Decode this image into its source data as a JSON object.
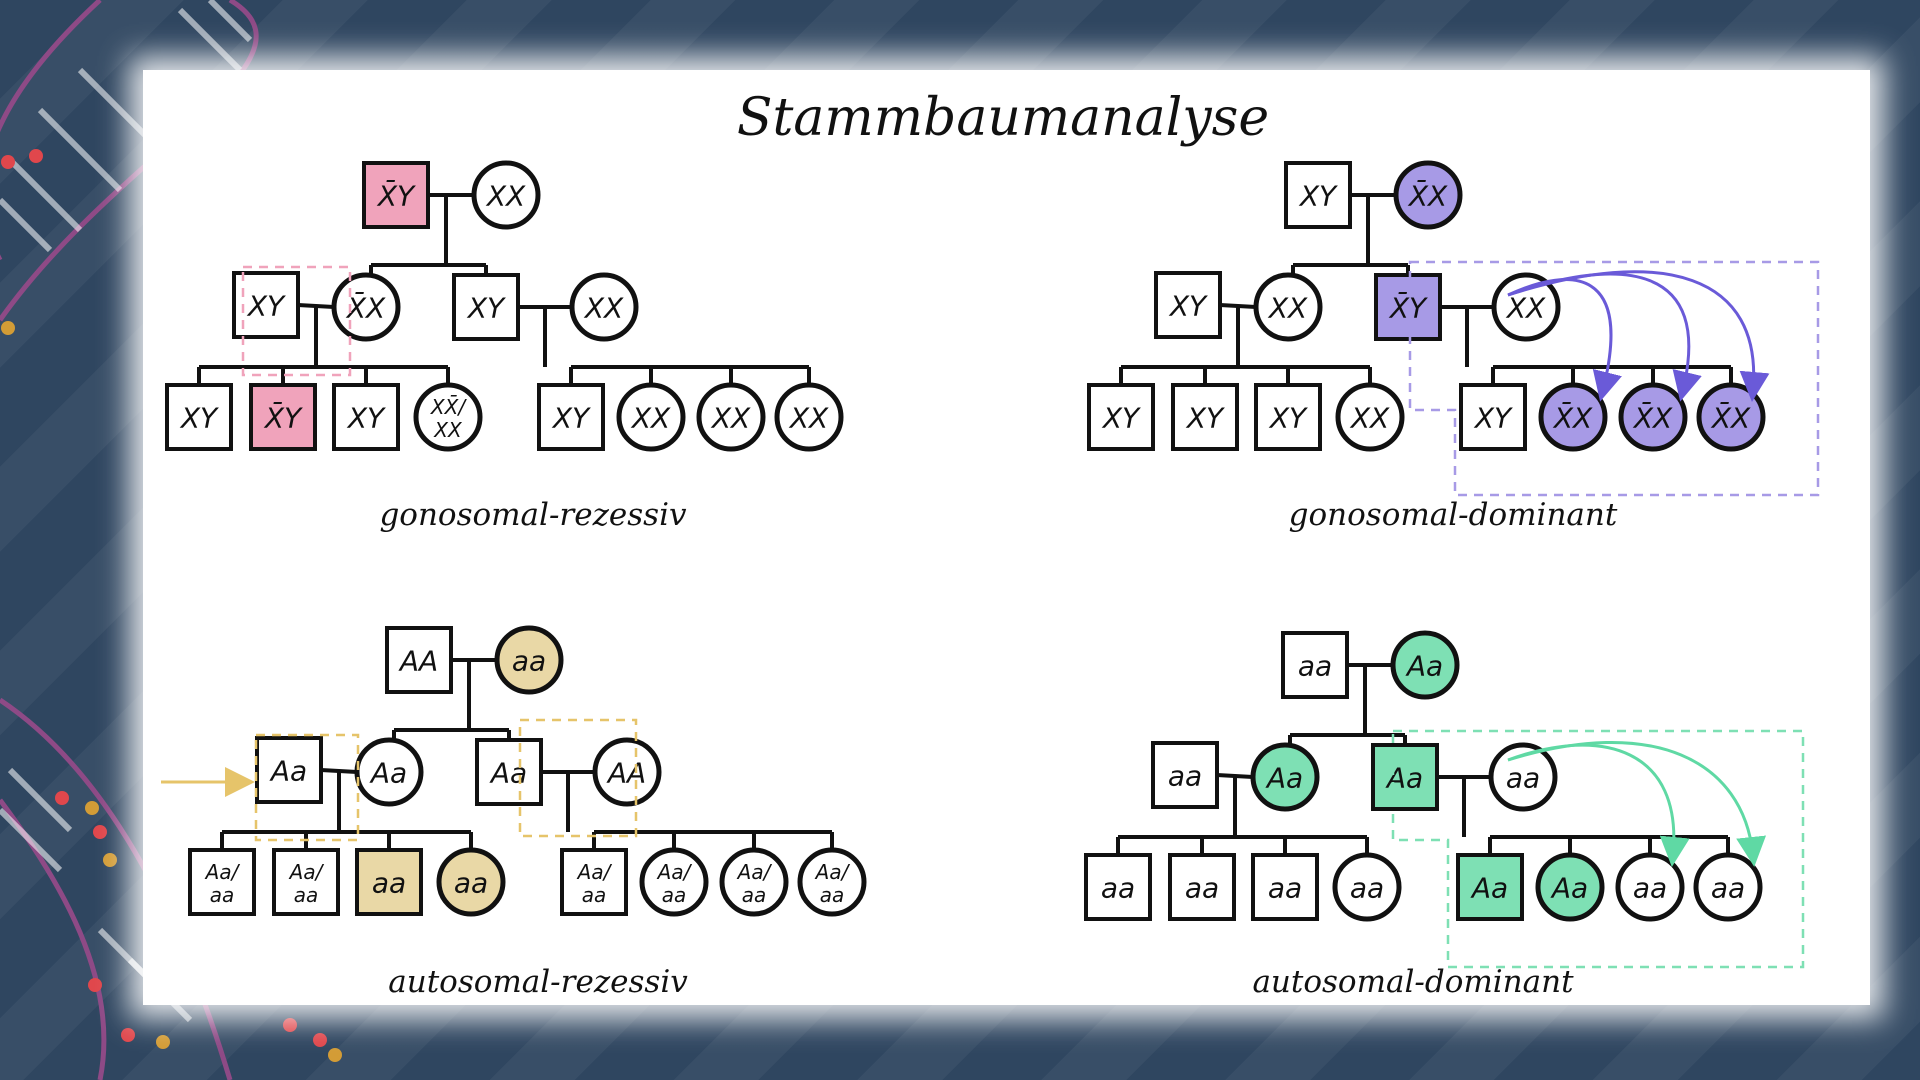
{
  "title": "Stammbaumanalyse",
  "colors": {
    "background": "#2f4660",
    "gonosomal_recessive_affected": "#f0a3bb",
    "gonosomal_dominant_affected": "#a79ae6",
    "autosomal_recessive_affected": "#e9d8a6",
    "autosomal_dominant_affected": "#7ee0b4",
    "arrow_recessive": "#e6c46a",
    "arrow_dominant_purple": "#6a5ad8",
    "arrow_dominant_green": "#5fd9a4"
  },
  "pedigrees": [
    {
      "id": "gonosomal-rezessiv",
      "caption": "gonosomal-rezessiv",
      "labels": {
        "p1": "X̄Y",
        "p2": "XX",
        "a1": "XY",
        "a2": "X̄X",
        "a3": "XY",
        "a4": "XX",
        "c1": "XY",
        "c2": "X̄Y",
        "c3": "XY",
        "c4": "XX̄/XX",
        "c5": "XY",
        "c6": "XX",
        "c7": "XX",
        "c8": "XX"
      }
    },
    {
      "id": "gonosomal-dominant",
      "caption": "gonosomal-dominant",
      "labels": {
        "p1": "XY",
        "p2": "X̄X",
        "a1": "XY",
        "a2": "XX",
        "a3": "X̄Y",
        "a4": "XX",
        "c1": "XY",
        "c2": "XY",
        "c3": "XY",
        "c4": "XX",
        "c5": "XY",
        "c6": "X̄X",
        "c7": "X̄X",
        "c8": "X̄X"
      }
    },
    {
      "id": "autosomal-rezessiv",
      "caption": "autosomal-rezessiv",
      "labels": {
        "p1": "AA",
        "p2": "aa",
        "a1": "Aa",
        "a2": "Aa",
        "a3": "Aa",
        "a4": "AA",
        "c1": "Aa/aa",
        "c2": "Aa/aa",
        "c3": "aa",
        "c4": "aa",
        "c5": "Aa/aa",
        "c6": "Aa/aa",
        "c7": "Aa/aa",
        "c8": "Aa/aa"
      }
    },
    {
      "id": "autosomal-dominant",
      "caption": "autosomal-dominant",
      "labels": {
        "p1": "aa",
        "p2": "Aa",
        "a1": "aa",
        "a2": "Aa",
        "a3": "Aa",
        "a4": "aa",
        "c1": "aa",
        "c2": "aa",
        "c3": "aa",
        "c4": "aa",
        "c5": "Aa",
        "c6": "Aa",
        "c7": "aa",
        "c8": "aa"
      }
    }
  ]
}
